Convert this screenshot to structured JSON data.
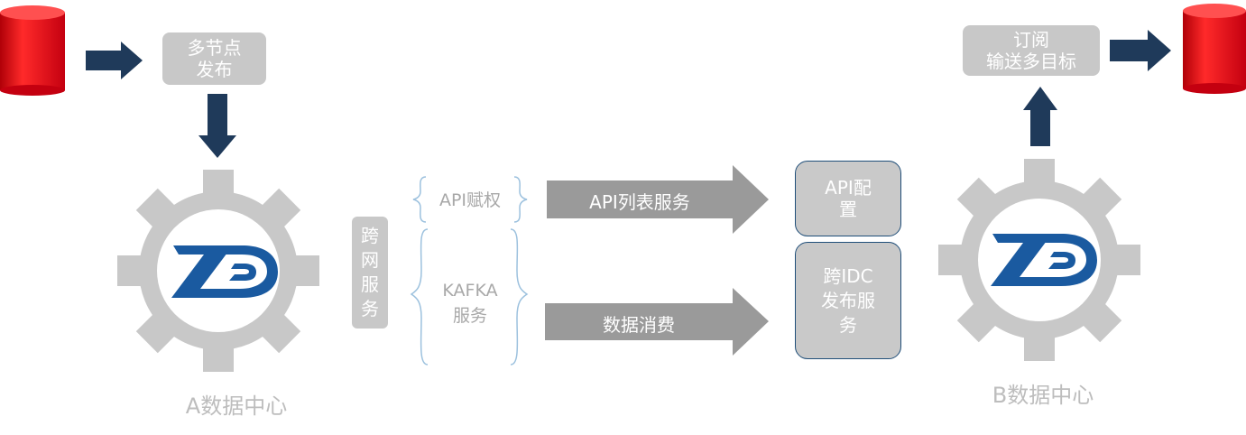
{
  "nodes": {
    "multi_publish": "多节点\n发布",
    "subscribe": "订阅\n输送多目标",
    "cross_network": "跨\n网\n服\n务",
    "api_config": "API配\n置",
    "cross_idc": "跨IDC\n发布服\n务"
  },
  "brackets": {
    "api_auth": "API赋权",
    "kafka": "KAFKA\n服务"
  },
  "arrows": {
    "api_list": "API列表服务",
    "data_consume": "数据消费"
  },
  "centers": {
    "a": "A数据中心",
    "b": "B数据中心"
  },
  "logo": {
    "text": "ZD"
  },
  "colors": {
    "gear": "#c8c8c8",
    "dark_arrow": "#1f3a5a",
    "grey_arrow": "#9a9a9a",
    "cylinder": "#e8141e",
    "logo_blue": "#1a5aa0",
    "bracket": "#9cc1de"
  }
}
